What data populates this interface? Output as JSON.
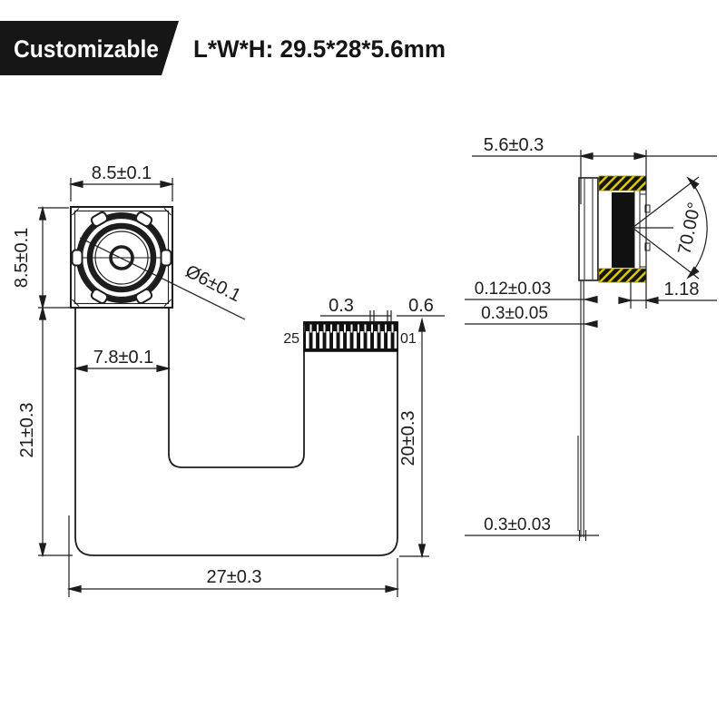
{
  "banner": {
    "badge": "Customizable",
    "size_label": "L*W*H: 29.5*28*5.6mm"
  },
  "front_view": {
    "dim_top_width": "8.5±0.1",
    "dim_module_height": "8.5±0.1",
    "dim_lens_diameter": "Ø6±0.1",
    "dim_strip_width": "7.8±0.1",
    "dim_total_height": "21±0.3",
    "dim_right_height": "20±0.3",
    "dim_bottom_width": "27±0.3",
    "dim_pin_pitch": "0.3",
    "dim_edge_gap": "0.6",
    "pin_last": "25",
    "pin_first": "01"
  },
  "side_view": {
    "dim_thickness": "5.6±0.3",
    "fov_angle": "70.00°",
    "dim_lens_offset": "1.18",
    "dim_stiffener": "0.12±0.03",
    "dim_board": "0.3±0.05",
    "dim_fpc_thickness": "0.3±0.03"
  },
  "colors": {
    "line": "#1d1d1d",
    "banner_bg": "#161616",
    "hatch_yellow": "#e3cf00",
    "hatch_dark": "#141404"
  }
}
